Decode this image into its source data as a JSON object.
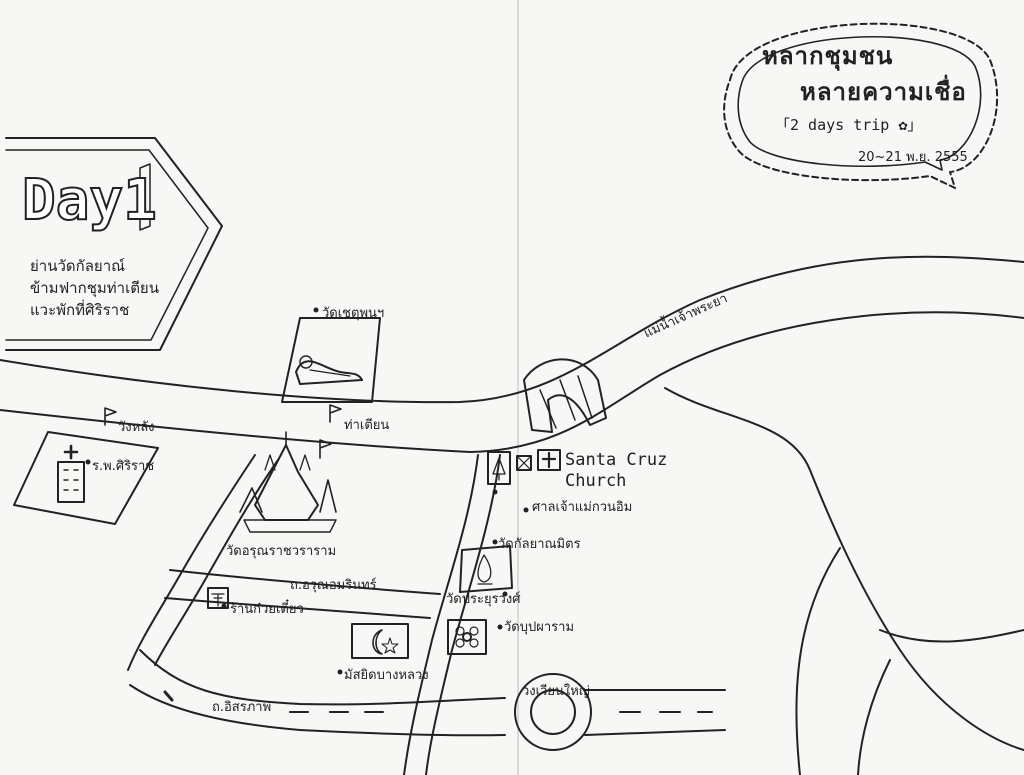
{
  "header": {
    "title_line1": "หลากชุมชน",
    "title_line2": "หลายความเชื่อ",
    "trip": "「2 days trip ✿」",
    "date": "20~21 พ.ย. 2555"
  },
  "day_sign": {
    "title": "Day1",
    "lines": [
      "ย่านวัดกัลยาณ์",
      "ข้ามฟากชุมท่าเตียน",
      "แวะพักที่ศิริราช"
    ]
  },
  "places": {
    "wat_pho": "วัดเชตุพนฯ",
    "tha_tien": "ท่าเตียน",
    "wang_lang": "วังหลัง",
    "siriraj": "ร.พ.ศิริราช",
    "wat_arun": "วัดอรุณราชวราราม",
    "santa_cruz": "Santa Cruz\nChurch",
    "kuan_im": "ศาลเจ้าแม่กวนอิม",
    "kalaya": "วัดกัลยาณมิตร",
    "prayoon": "วัดประยุรวงศ์",
    "buppharam": "วัดบุปผาราม",
    "noodle": "ร้านก๋วยเตี๋ยว",
    "mosque": "มัสยิดบางหลวง",
    "circle": "วงเวียนใหญ่"
  },
  "roads": {
    "arun_amarin": "ถ.อรุณอมรินทร์",
    "itsaraphap": "ถ.อิสรภาพ"
  },
  "river": {
    "name": "แม่น้ำเจ้าพระยา"
  },
  "icons": {
    "hospital": "hospital-icon",
    "church": "church-cross-icon",
    "mosque": "mosque-crescent-icon",
    "temple": "temple-icon",
    "pier": "pier-flag-icon",
    "noodle": "noodle-shop-icon",
    "flower": "flower-icon",
    "reclining_buddha": "reclining-buddha-icon",
    "bridge": "bridge-icon"
  }
}
